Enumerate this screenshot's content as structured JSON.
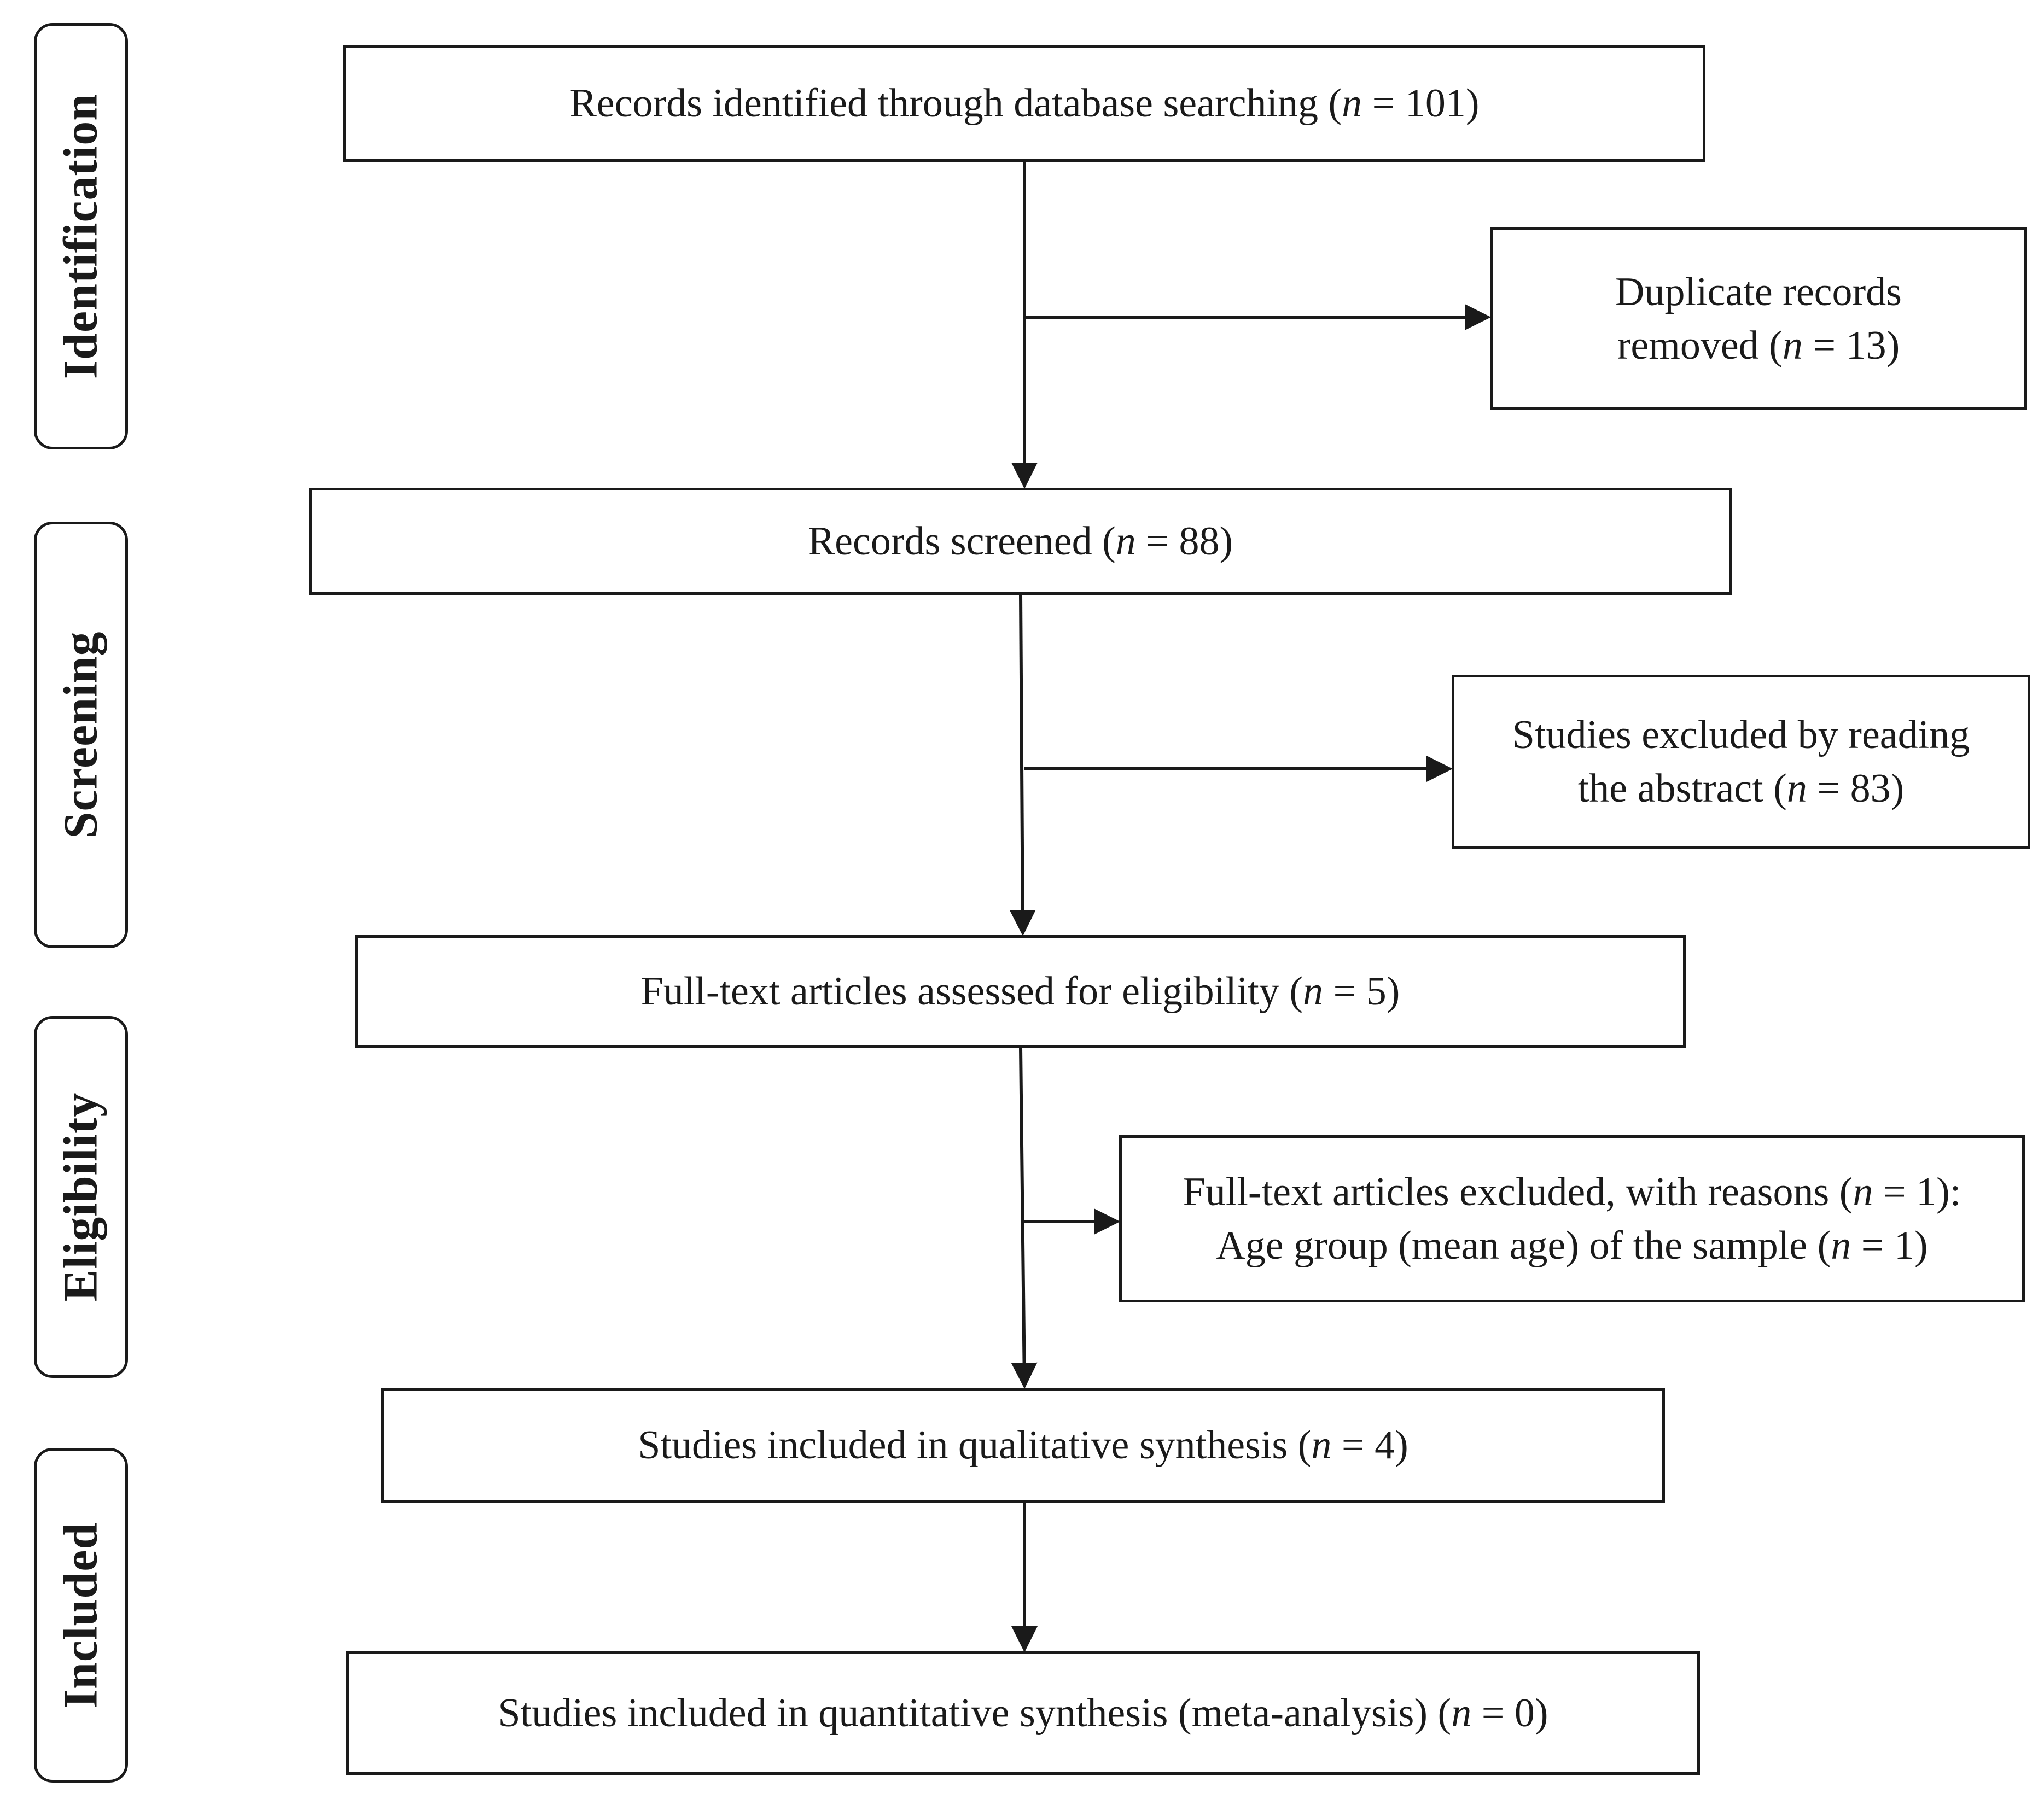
{
  "stages": [
    {
      "id": "identification",
      "label": "Identification"
    },
    {
      "id": "screening",
      "label": "Screening"
    },
    {
      "id": "eligibility",
      "label": "Eligibility"
    },
    {
      "id": "included",
      "label": "Included"
    }
  ],
  "boxes": {
    "identified": {
      "lines": [
        {
          "text": "Records identified through database searching",
          "n": "101"
        }
      ]
    },
    "duplicates": {
      "lines": [
        {
          "text": "Duplicate records"
        },
        {
          "text": "removed",
          "n": "13"
        }
      ]
    },
    "screened": {
      "lines": [
        {
          "text": "Records screened",
          "n": "88"
        }
      ]
    },
    "excluded_abstract": {
      "lines": [
        {
          "text": "Studies excluded by reading"
        },
        {
          "text": "the abstract",
          "n": "83"
        }
      ]
    },
    "fulltext_assessed": {
      "lines": [
        {
          "text": "Full-text articles assessed for eligibility",
          "n": "5"
        }
      ]
    },
    "fulltext_excluded": {
      "lines": [
        {
          "text": "Full-text articles excluded, with reasons",
          "n": "1",
          "suffix": ":"
        },
        {
          "text": "Age group (mean age) of the sample",
          "n": "1"
        }
      ]
    },
    "qualitative": {
      "lines": [
        {
          "text": "Studies included in qualitative synthesis",
          "n": "4"
        }
      ]
    },
    "quantitative": {
      "lines": [
        {
          "text": "Studies included in quantitative synthesis (meta-analysis)",
          "n": "0"
        }
      ]
    }
  },
  "n_symbol": "n",
  "colors": {
    "line": "#1a1a1a",
    "background": "#ffffff"
  }
}
